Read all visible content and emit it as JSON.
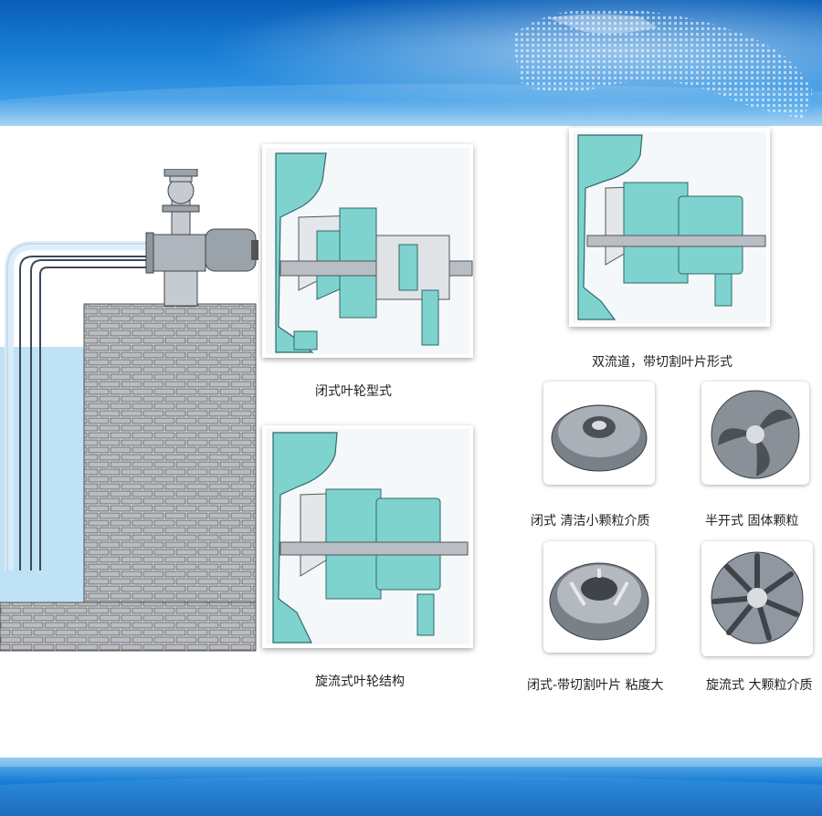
{
  "colors": {
    "banner": "#1a7fd6",
    "pump_body": "#7fd3cf",
    "water": "#bfe3f5",
    "brick": "#c9ccd1"
  },
  "captions": {
    "closed_impeller": "闭式叶轮型式",
    "double_channel": "双流道，带切割叶片形式",
    "vortex_structure": "旋流式叶轮结构",
    "closed_clean": "闭式 清洁小颗粒介质",
    "semi_open": "半开式 固体颗粒",
    "closed_cutter": "闭式-带切割叶片 粘度大",
    "vortex_large": "旋流式 大颗粒介质"
  }
}
